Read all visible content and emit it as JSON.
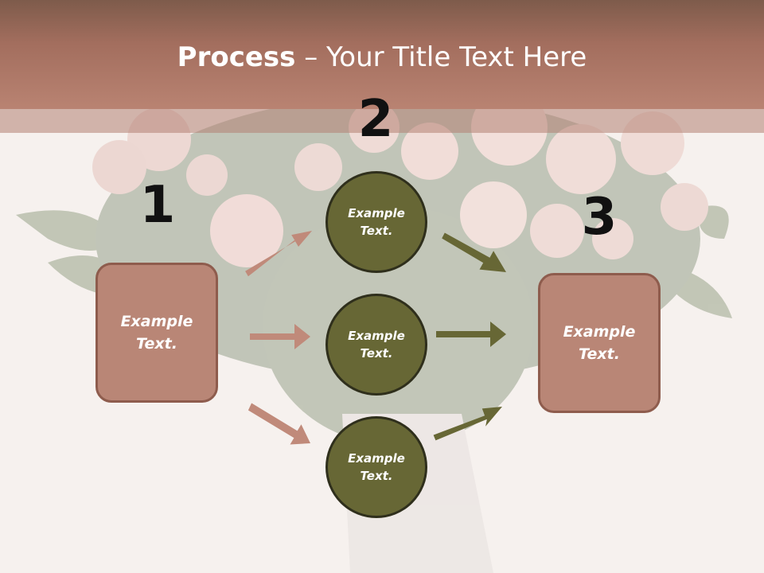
{
  "title": {
    "bold": "Process",
    "separator": "–",
    "rest": "Your Title Text Here"
  },
  "steps": [
    {
      "number": "1",
      "text": "Example Text."
    },
    {
      "number": "2",
      "circles": [
        "Example Text.",
        "Example Text.",
        "Example Text."
      ]
    },
    {
      "number": "3",
      "text": "Example Text."
    }
  ],
  "colors": {
    "header": "#a36e5e",
    "box_fill": "#b98676",
    "circle_fill": "#676735",
    "arrow_left": "#c08a7a",
    "arrow_right": "#676735"
  }
}
